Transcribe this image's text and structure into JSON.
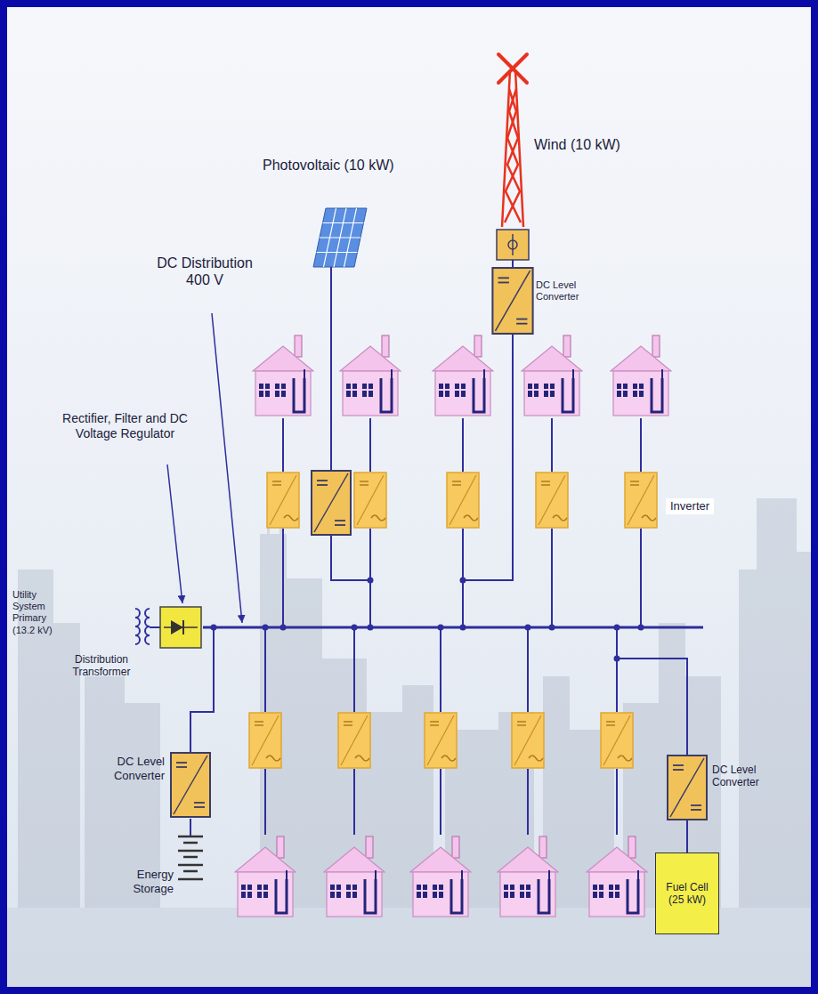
{
  "diagram": {
    "nodes": [
      {
        "text": [
          "Photovoltaic (10 kW)"
        ]
      },
      {
        "text": [
          "Wind (10 kW)"
        ]
      },
      {
        "text": [
          "DC Level Converter"
        ]
      },
      {
        "text": [
          "DC Level Converter"
        ]
      },
      {
        "text": [
          "Energy Storage"
        ]
      },
      {
        "text": [
          "DC Level Converter"
        ]
      },
      {
        "text": [
          "Fuel Cell (25 kW)"
        ]
      }
    ],
    "edges": [
      {
        "from": 1,
        "to": 2,
        "arrow": "none"
      },
      {
        "from": 3,
        "to": 4,
        "arrow": "none"
      },
      {
        "from": 5,
        "to": 6,
        "arrow": "none"
      }
    ],
    "labels": [
      "DC Distribution 400 V",
      "Rectifier, Filter and DC Voltage Regulator",
      "Inverter",
      "Utility System Primary (13.2 kV)",
      "Distribution Transformer"
    ]
  }
}
